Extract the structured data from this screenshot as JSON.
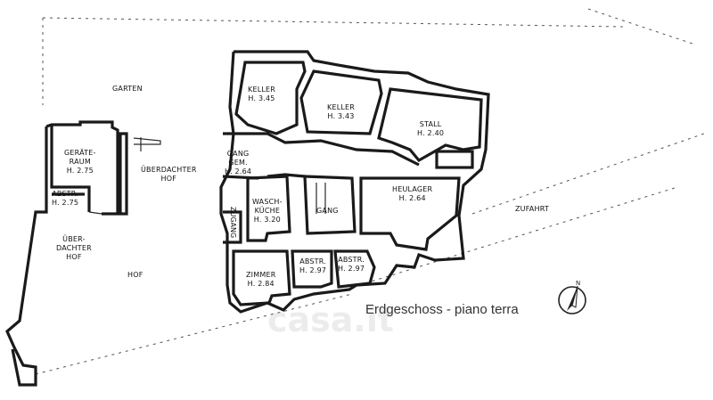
{
  "rooms": {
    "garten": "GARTEN",
    "keller1": {
      "name": "KELLER",
      "height": "H. 3.45"
    },
    "keller2": {
      "name": "KELLER",
      "height": "H. 3.43"
    },
    "stall": {
      "name": "STALL",
      "height": "H. 2.40"
    },
    "geraeteraum": {
      "name1": "GERÄTE-",
      "name2": "RAUM",
      "height": "H. 2.75"
    },
    "abstr_left": {
      "name": "ABSTR.",
      "height": "H. 2.75"
    },
    "ueberdachter_hof_top": {
      "name1": "ÜBERDACHTER",
      "name2": "HOF"
    },
    "ueberdachter_hof_left": {
      "name1": "ÜBER-",
      "name2": "DACHTER",
      "name3": "HOF"
    },
    "gang_gem": {
      "name1": "GANG",
      "name2": "GEM.",
      "height": "H. 2.64"
    },
    "waschkueche": {
      "name1": "WASCH-",
      "name2": "KÜCHE",
      "height": "H. 3.20"
    },
    "gang": "GANG",
    "heulager": {
      "name": "HEULAGER",
      "height": "H. 2.64"
    },
    "zufahrt": "ZUFAHRT",
    "zugang": "ZUGANG",
    "hof": "HOF",
    "zimmer": {
      "name": "ZIMMER",
      "height": "H. 2.84"
    },
    "abstr_mid": {
      "name": "ABSTR.",
      "height": "H. 2.97"
    },
    "abstr_right": {
      "name": "ABSTR.",
      "height": "H. 2.97"
    }
  },
  "caption": "Erdgeschoss - piano terra",
  "watermark": "casa.it",
  "compass_letter": "N"
}
